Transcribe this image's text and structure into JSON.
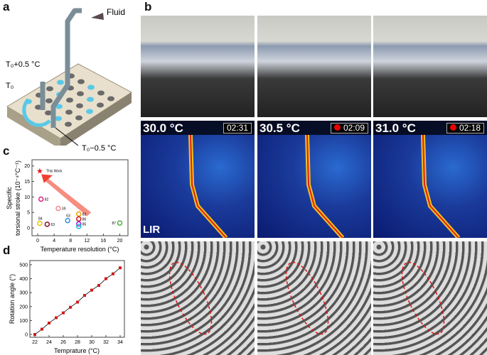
{
  "panels": {
    "a": "a",
    "b": "b",
    "c": "c",
    "d": "d"
  },
  "panel_a": {
    "fluid": "Fluid",
    "t_plus": "T₀+0.5 °C",
    "t0": "T₀",
    "t_minus": "T₀−0.5 °C"
  },
  "panel_b": {
    "ir": [
      {
        "temp": "30.0 °C",
        "time": "02:31",
        "rec": false
      },
      {
        "temp": "30.5 °C",
        "time": "02:09",
        "rec": true
      },
      {
        "temp": "31.0 °C",
        "time": "02:18",
        "rec": true
      }
    ],
    "ir_logo": "LIR"
  },
  "chart_data": [
    {
      "type": "scatter",
      "title": "",
      "xlabel": "Temperature resolution (°C)",
      "ylabel": "Specific torsional stroke (10⁻⁴°C⁻¹)",
      "ylabel_line1": "Specific",
      "ylabel_line2": "torsional stroke (10⁻⁴°C⁻¹)",
      "xlim": [
        -1.4,
        22
      ],
      "ylim": [
        -2.5,
        22
      ],
      "xticks": [
        "0",
        "4",
        "8",
        "12",
        "16",
        "20"
      ],
      "yticks": [
        "0",
        "5",
        "10",
        "15",
        "20"
      ],
      "points": [
        {
          "x": 0.5,
          "y": 18.5,
          "label": "This Work",
          "color": "#e8141c",
          "marker": "star"
        },
        {
          "x": 0.8,
          "y": 9.3,
          "label": "82",
          "color": "#e0208a"
        },
        {
          "x": 5,
          "y": 6.3,
          "label": "39",
          "color": "#f08a8a"
        },
        {
          "x": 0.5,
          "y": 1.5,
          "label": "84",
          "color": "#e8c000"
        },
        {
          "x": 2.3,
          "y": 1.2,
          "label": "63",
          "color": "#8a1020"
        },
        {
          "x": 7.3,
          "y": 2.4,
          "label": "63",
          "color": "#2a8ae0"
        },
        {
          "x": 10,
          "y": 4.5,
          "label": "83",
          "color": "#f0a000"
        },
        {
          "x": 10,
          "y": 2.9,
          "label": "86",
          "color": "#d01818"
        },
        {
          "x": 10,
          "y": 1.3,
          "label": "85",
          "color": "#a020e0"
        },
        {
          "x": 10,
          "y": 0.5,
          "label": "",
          "color": "#10c0d0"
        },
        {
          "x": 20,
          "y": 1.6,
          "label": "87",
          "color": "#50b040"
        }
      ]
    },
    {
      "type": "line",
      "xlabel": "Temprature (°C)",
      "ylabel": "Rotation angle (°)",
      "xlim": [
        21.3,
        34.6
      ],
      "ylim": [
        -20,
        530
      ],
      "xticks": [
        "22",
        "24",
        "26",
        "28",
        "30",
        "32",
        "34"
      ],
      "yticks": [
        "0",
        "100",
        "200",
        "300",
        "400",
        "500"
      ],
      "x": [
        22,
        23,
        24,
        25,
        26,
        27,
        28,
        29,
        30,
        31,
        32,
        33,
        34
      ],
      "y": [
        0,
        38,
        82,
        120,
        155,
        195,
        232,
        280,
        318,
        352,
        400,
        435,
        478
      ]
    }
  ]
}
